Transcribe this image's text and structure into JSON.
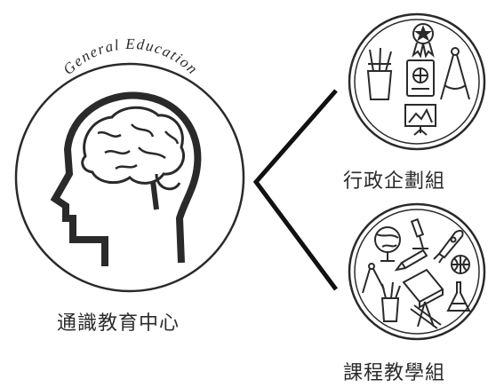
{
  "main_node": {
    "arc_text": "General Education",
    "label": "通識教育中心"
  },
  "branches": [
    {
      "id": "admin",
      "label": "行政企劃組"
    },
    {
      "id": "curriculum",
      "label": "課程教學組"
    }
  ],
  "colors": {
    "ink": "#2a2a2a",
    "background": "#ffffff"
  },
  "icons": {
    "main": "brain-head-icon",
    "admin": [
      "pencil-cup-icon",
      "award-ribbon-icon",
      "passport-icon",
      "compass-drafting-icon",
      "presentation-board-icon"
    ],
    "curriculum": [
      "globe-icon",
      "microscope-icon",
      "rocket-icon",
      "pencil-icon",
      "basketball-icon",
      "drafting-compass-icon",
      "book-icon",
      "flask-icon",
      "pencil-cup-icon",
      "ruler-compass-icon"
    ]
  }
}
